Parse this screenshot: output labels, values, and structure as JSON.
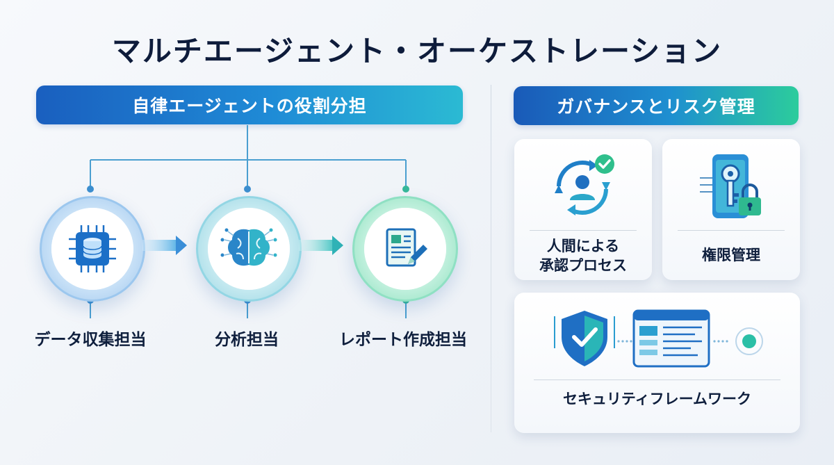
{
  "title": "マルチエージェント・オーケストレーション",
  "left_section": {
    "banner": "自律エージェントの役割分担",
    "roles": [
      {
        "label": "データ収集担当",
        "icon": "database-chip-icon"
      },
      {
        "label": "分析担当",
        "icon": "brain-icon"
      },
      {
        "label": "レポート作成担当",
        "icon": "document-pen-icon"
      }
    ]
  },
  "right_section": {
    "banner": "ガバナンスとリスク管理",
    "cards": [
      {
        "label_line1": "人間による",
        "label_line2": "承認プロセス",
        "icon": "user-cycle-check-icon"
      },
      {
        "label": "権限管理",
        "icon": "key-lock-icon"
      },
      {
        "label": "セキュリティフレームワーク",
        "icon": "shield-window-icon"
      }
    ]
  },
  "colors": {
    "title": "#0e1c3b",
    "blue": "#1a5fbf",
    "teal": "#2bbad3",
    "green": "#2ccc9c"
  }
}
